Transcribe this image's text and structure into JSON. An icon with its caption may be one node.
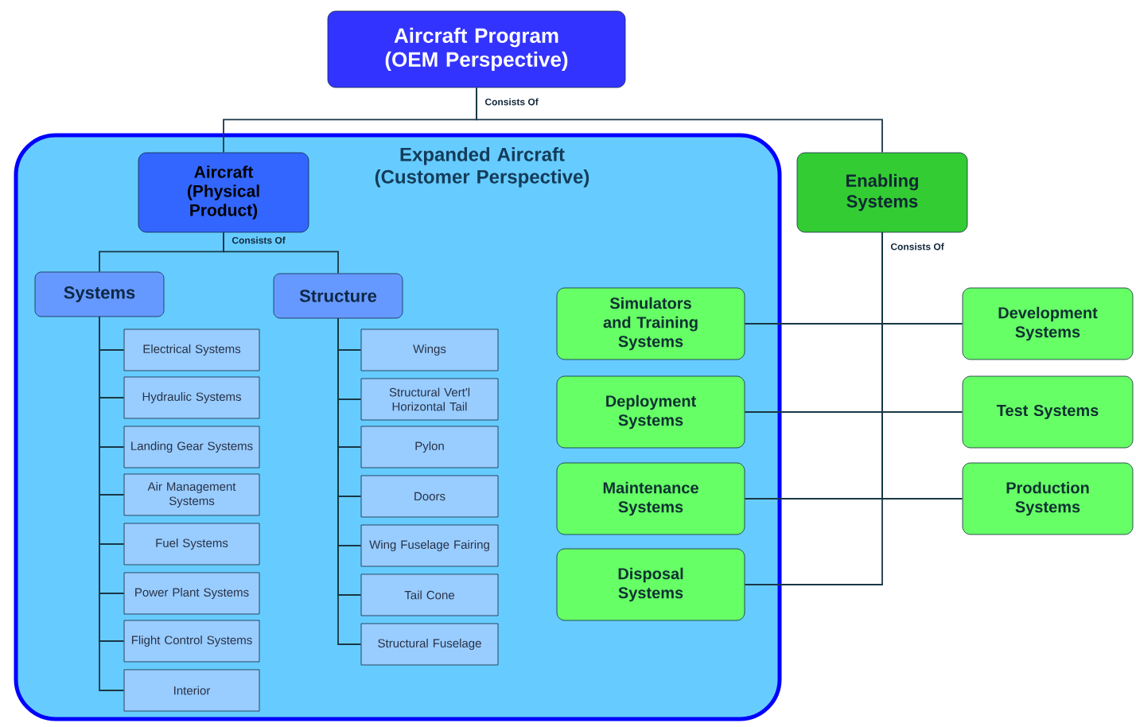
{
  "diagram": {
    "nodes": [
      {
        "text": [
          "Aircraft Program (OEM Perspective)"
        ]
      },
      {
        "text": [
          "Expanded Aircraft (Customer Perspective)"
        ]
      },
      {
        "text": [
          "Aircraft (Physical Product)"
        ],
        "in": 1
      },
      {
        "text": [
          "Enabling Systems"
        ]
      },
      {
        "text": [
          "Systems"
        ],
        "in": 1
      },
      {
        "text": [
          "Structure"
        ],
        "in": 1
      },
      {
        "text": [
          "Electrical Systems"
        ],
        "in": 1
      },
      {
        "text": [
          "Hydraulic Systems"
        ],
        "in": 1
      },
      {
        "text": [
          "Landing Gear Systems"
        ],
        "in": 1
      },
      {
        "text": [
          "Air Management Systems"
        ],
        "in": 1
      },
      {
        "text": [
          "Fuel Systems"
        ],
        "in": 1
      },
      {
        "text": [
          "Power Plant Systems"
        ],
        "in": 1
      },
      {
        "text": [
          "Flight Control Systems"
        ],
        "in": 1
      },
      {
        "text": [
          "Interior"
        ],
        "in": 1
      },
      {
        "text": [
          "Wings"
        ],
        "in": 1
      },
      {
        "text": [
          "Structural Vert'l Horizontal Tail"
        ],
        "in": 1
      },
      {
        "text": [
          "Pylon"
        ],
        "in": 1
      },
      {
        "text": [
          "Doors"
        ],
        "in": 1
      },
      {
        "text": [
          "Wing Fuselage Fairing"
        ],
        "in": 1
      },
      {
        "text": [
          "Tail Cone"
        ],
        "in": 1
      },
      {
        "text": [
          "Structural Fuselage"
        ],
        "in": 1
      },
      {
        "text": [
          "Simulators and Training Systems"
        ],
        "in": 1
      },
      {
        "text": [
          "Deployment Systems"
        ],
        "in": 1
      },
      {
        "text": [
          "Maintenance Systems"
        ],
        "in": 1
      },
      {
        "text": [
          "Disposal Systems"
        ],
        "in": 1
      },
      {
        "text": [
          "Development Systems"
        ]
      },
      {
        "text": [
          "Test Systems"
        ]
      },
      {
        "text": [
          "Production Systems"
        ]
      }
    ],
    "edges": [
      {
        "from": 0,
        "to": 2,
        "arrow": "none",
        "label": "Consists Of"
      },
      {
        "from": 0,
        "to": 3,
        "arrow": "none"
      },
      {
        "from": 2,
        "to": 4,
        "arrow": "none",
        "label": "Consists Of"
      },
      {
        "from": 2,
        "to": 5,
        "arrow": "none"
      },
      {
        "from": 4,
        "to": 6,
        "arrow": "none"
      },
      {
        "from": 4,
        "to": 7,
        "arrow": "none"
      },
      {
        "from": 4,
        "to": 8,
        "arrow": "none"
      },
      {
        "from": 4,
        "to": 9,
        "arrow": "none"
      },
      {
        "from": 4,
        "to": 10,
        "arrow": "none"
      },
      {
        "from": 4,
        "to": 11,
        "arrow": "none"
      },
      {
        "from": 4,
        "to": 12,
        "arrow": "none"
      },
      {
        "from": 4,
        "to": 13,
        "arrow": "none"
      },
      {
        "from": 5,
        "to": 14,
        "arrow": "none"
      },
      {
        "from": 5,
        "to": 15,
        "arrow": "none"
      },
      {
        "from": 5,
        "to": 16,
        "arrow": "none"
      },
      {
        "from": 5,
        "to": 17,
        "arrow": "none"
      },
      {
        "from": 5,
        "to": 18,
        "arrow": "none"
      },
      {
        "from": 5,
        "to": 19,
        "arrow": "none"
      },
      {
        "from": 5,
        "to": 20,
        "arrow": "none"
      },
      {
        "from": 3,
        "to": 21,
        "arrow": "none",
        "label": "Consists Of"
      },
      {
        "from": 3,
        "to": 22,
        "arrow": "none"
      },
      {
        "from": 3,
        "to": 23,
        "arrow": "none"
      },
      {
        "from": 3,
        "to": 24,
        "arrow": "none"
      },
      {
        "from": 3,
        "to": 25,
        "arrow": "none"
      },
      {
        "from": 3,
        "to": 26,
        "arrow": "none"
      },
      {
        "from": 3,
        "to": 27,
        "arrow": "none"
      }
    ]
  }
}
